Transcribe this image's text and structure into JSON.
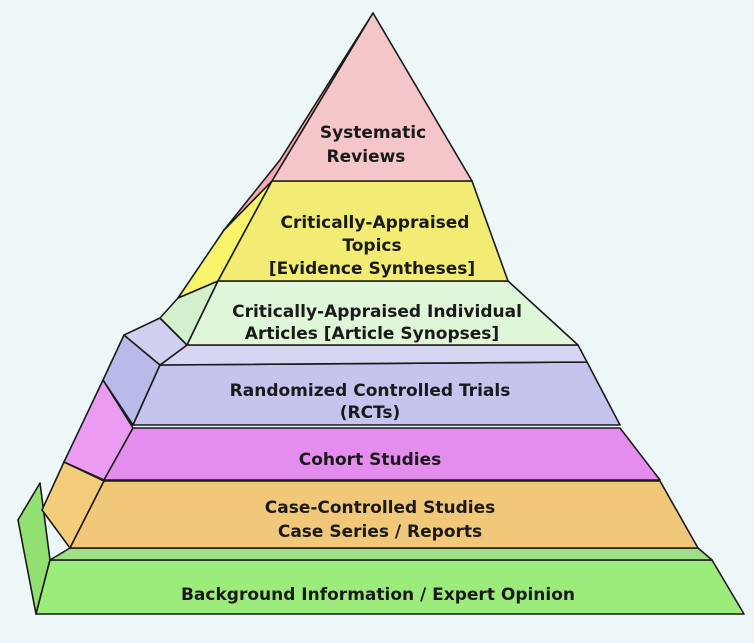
{
  "diagram": {
    "type": "evidence-pyramid",
    "title": "",
    "levels": [
      {
        "id": "systematic-reviews",
        "lines": [
          "Systematic",
          "Reviews"
        ],
        "front_color": "#f4c6c9",
        "side_color": "#f2a9b0"
      },
      {
        "id": "critically-appraised-topics",
        "lines": [
          "Critically-Appraised",
          "Topics",
          "[Evidence Syntheses]"
        ],
        "front_color": "#f2ec74",
        "side_color": "#f7f36a"
      },
      {
        "id": "critically-appraised-individual-articles",
        "lines": [
          "Critically-Appraised Individual",
          "Articles [Article Synopses]"
        ],
        "front_color": "#dff6d8",
        "side_color": "#d2f0cc"
      },
      {
        "id": "randomized-controlled-trials",
        "lines": [
          "Randomized Controlled Trials",
          "(RCTs)"
        ],
        "front_color": "#c4c4ef",
        "side_color": "#b9b9ea"
      },
      {
        "id": "cohort-studies",
        "lines": [
          "Cohort Studies"
        ],
        "front_color": "#e58cef",
        "side_color": "#ea9cf2"
      },
      {
        "id": "case-controlled-studies",
        "lines": [
          "Case-Controlled Studies",
          "Case Series / Reports"
        ],
        "front_color": "#f1c779",
        "side_color": "#f4cd7c"
      },
      {
        "id": "background-information",
        "lines": [
          "Background Information / Expert Opinion"
        ],
        "front_color": "#9cec7c",
        "side_color": "#92e072"
      }
    ]
  }
}
